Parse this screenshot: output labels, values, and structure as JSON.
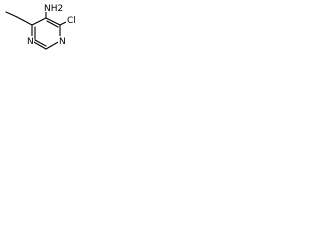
{
  "structure": {
    "atoms": {
      "amine": "NH2",
      "chlorine": "Cl",
      "ring_nitrogen_top": "N",
      "ring_nitrogen_bottom": "N"
    },
    "colors": {
      "bond": "#000000",
      "label": "#000000",
      "background": "#ffffff"
    }
  }
}
